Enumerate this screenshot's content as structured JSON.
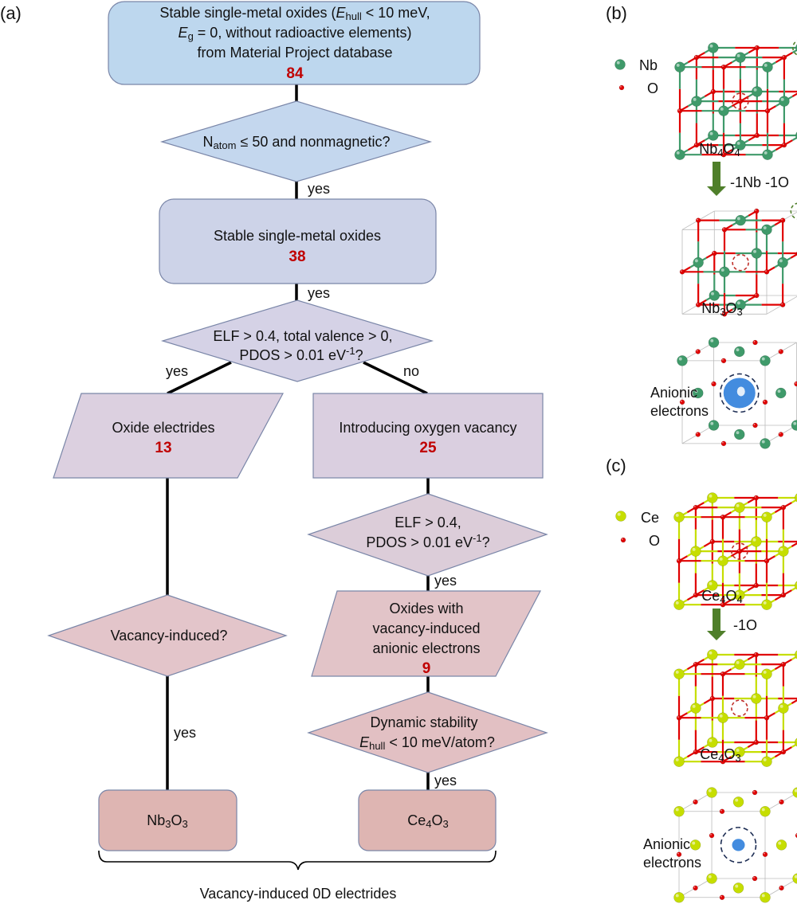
{
  "panels": {
    "a": "(a)",
    "b": "(b)",
    "c": "(c)"
  },
  "colors": {
    "start_box": "#bdd7ee",
    "check1": "#c4d7ee",
    "stable_box": "#cdd3e8",
    "check2": "#d5d2e6",
    "electrides": "#dcd0e0",
    "vacancy_box": "#dacfe0",
    "check3": "#dccdd9",
    "vacancy_check": "#e3c5ca",
    "anionic_box": "#e2c4c8",
    "stability_check": "#e2c0c3",
    "result_box": "#deb5b2",
    "count": "#c00000",
    "nb_atom": "#3f9a6a",
    "ce_atom": "#c6de00",
    "o_atom": "#e00000",
    "arrow": "#4f7f2a",
    "anionic_electron": "#2f7fdc"
  },
  "flow": {
    "start": {
      "line1_a": "Stable single-metal oxides (",
      "line1_E": "E",
      "line1_sub": "hull",
      "line1_b": " < 10 meV,",
      "line2_E": "E",
      "line2_sub": "g",
      "line2_b": " = 0, without radioactive elements)",
      "line3": "from Material Project database",
      "count": "84"
    },
    "check1": {
      "N": "N",
      "sub": "atom",
      "rest": " ≤ 50 and nonmagnetic?"
    },
    "yes1": "yes",
    "stable": {
      "label": "Stable single-metal oxides",
      "count": "38"
    },
    "yes2": "yes",
    "check2": {
      "line1": "ELF > 0.4, total valence > 0,",
      "line2_a": "PDOS > 0.01 eV",
      "line2_sup": "-1",
      "line2_b": "?"
    },
    "branch_yes": "yes",
    "branch_no": "no",
    "electrides": {
      "label": "Oxide electrides",
      "count": "13"
    },
    "vacancy": {
      "label": "Introducing oxygen vacancy",
      "count": "25"
    },
    "check3": {
      "line1": "ELF > 0.4,",
      "line2_a": "PDOS > 0.01 eV",
      "line2_sup": "-1",
      "line2_b": "?"
    },
    "yes3": "yes",
    "anionic": {
      "line1": "Oxides with",
      "line2": "vacancy-induced",
      "line3": "anionic electrons",
      "count": "9"
    },
    "stability": {
      "line1": "Dynamic stability",
      "line2_E": "E",
      "line2_sub": "hull",
      "line2_b": " < 10 meV/atom?"
    },
    "yes4": "yes",
    "vacancy_check": {
      "label": "Vacancy-induced?"
    },
    "yes5": "yes",
    "result_nb": {
      "a": "Nb",
      "s1": "3",
      "b": "O",
      "s2": "3"
    },
    "result_ce": {
      "a": "Ce",
      "s1": "4",
      "b": "O",
      "s2": "3"
    },
    "brace_label": "Vacancy-induced 0D electrides"
  },
  "panel_b": {
    "legend_metal": "Nb",
    "legend_o": "O",
    "struct1": {
      "a": "Nb",
      "s1": "4",
      "b": "O",
      "s2": "4"
    },
    "arrow_label": "-1Nb -1O",
    "struct2": {
      "a": "Nb",
      "s1": "3",
      "b": "O",
      "s2": "3"
    },
    "anionic_line1": "Anionic",
    "anionic_line2": "electrons"
  },
  "panel_c": {
    "legend_metal": "Ce",
    "legend_o": "O",
    "struct1": {
      "a": "Ce",
      "s1": "4",
      "b": "O",
      "s2": "4"
    },
    "arrow_label": "-1O",
    "struct2": {
      "a": "Ce",
      "s1": "4",
      "b": "O",
      "s2": "3"
    },
    "anionic_line1": "Anionic",
    "anionic_line2": "electrons"
  }
}
